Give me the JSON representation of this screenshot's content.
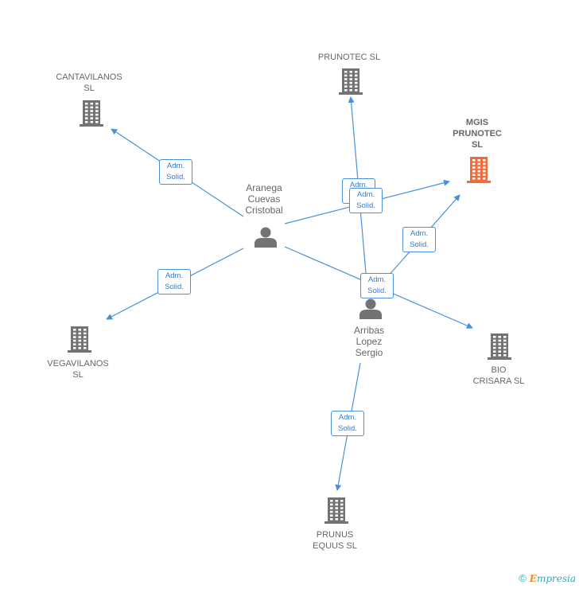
{
  "companies": [
    {
      "id": "cantavilanos",
      "label": "CANTAVILANOS\nSL",
      "highlight": false
    },
    {
      "id": "prunotec",
      "label": "PRUNOTEC  SL",
      "highlight": false
    },
    {
      "id": "mgis",
      "label": "MGIS\nPRUNOTEC\nSL",
      "highlight": true
    },
    {
      "id": "vegavilanos",
      "label": "VEGAVILANOS\nSL",
      "highlight": false
    },
    {
      "id": "bio",
      "label": "BIO\nCRISARA SL",
      "highlight": false
    },
    {
      "id": "prunus",
      "label": "PRUNUS\nEQUUS  SL",
      "highlight": false
    }
  ],
  "persons": [
    {
      "id": "aranega",
      "label": "Aranega\nCuevas\nCristobal"
    },
    {
      "id": "arribas",
      "label": "Arribas\nLopez\nSergio"
    }
  ],
  "relations": [
    {
      "from": "aranega",
      "to": "cantavilanos",
      "line1": "Adm.",
      "line2": "Solid."
    },
    {
      "from": "aranega",
      "to": "mgis",
      "line1": "Adm.",
      "line2": "Solid."
    },
    {
      "from": "aranega",
      "to": "vegavilanos",
      "line1": "Adm.",
      "line2": "Solid."
    },
    {
      "from": "aranega",
      "to": "bio",
      "line1": "Adm.",
      "line2": "Solid."
    },
    {
      "from": "arribas",
      "to": "prunotec",
      "line1": "Adm.",
      "line2": "Solid."
    },
    {
      "from": "arribas",
      "to": "mgis",
      "line1": "Adm.",
      "line2": "Solid."
    },
    {
      "from": "arribas",
      "to": "prunus",
      "line1": "Adm.",
      "line2": "Solid."
    }
  ],
  "colors": {
    "edge": "#4a90d9",
    "building": "#737373",
    "building_highlight": "#f26b3a",
    "person": "#737373"
  },
  "footer": {
    "copyright": "©",
    "brand_first": "E",
    "brand_rest": "mpresia"
  }
}
